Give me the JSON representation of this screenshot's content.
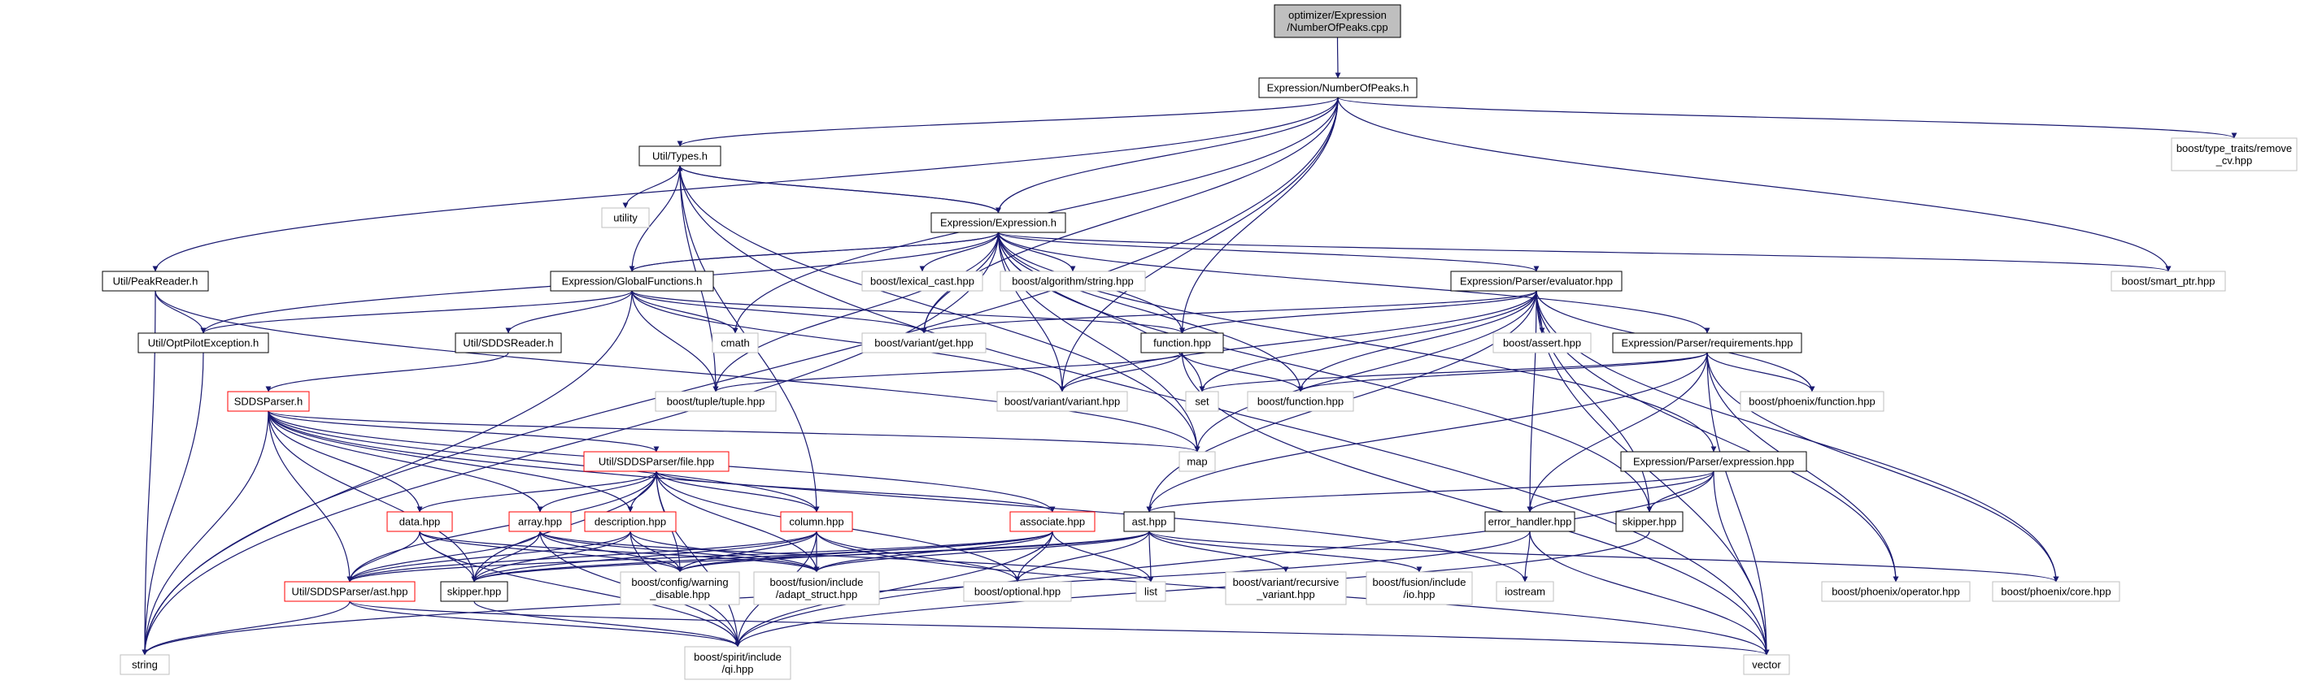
{
  "diagram": {
    "type": "include-dependency-graph",
    "edge_color": "#191970",
    "nodes": {
      "root": [
        "optimizer/Expression",
        "/NumberOfPeaks.cpp"
      ],
      "nop": [
        "Expression/NumberOfPeaks.h"
      ],
      "types": [
        "Util/Types.h"
      ],
      "remove_cv": [
        "boost/type_traits/remove",
        "_cv.hpp"
      ],
      "utility": [
        "utility"
      ],
      "expr": [
        "Expression/Expression.h"
      ],
      "peak": [
        "Util/PeakReader.h"
      ],
      "glob": [
        "Expression/GlobalFunctions.h"
      ],
      "lexcast": [
        "boost/lexical_cast.hpp"
      ],
      "algstr": [
        "boost/algorithm/string.hpp"
      ],
      "evaluator": [
        "Expression/Parser/evaluator.hpp"
      ],
      "smartptr": [
        "boost/smart_ptr.hpp"
      ],
      "optexc": [
        "Util/OptPilotException.h"
      ],
      "sddsreader": [
        "Util/SDDSReader.h"
      ],
      "cmath": [
        "cmath"
      ],
      "varget": [
        "boost/variant/get.hpp"
      ],
      "function": [
        "function.hpp"
      ],
      "assert": [
        "boost/assert.hpp"
      ],
      "requirements": [
        "Expression/Parser/requirements.hpp"
      ],
      "sddsparser": [
        "SDDSParser.h"
      ],
      "tuple": [
        "boost/tuple/tuple.hpp"
      ],
      "varvar": [
        "boost/variant/variant.hpp"
      ],
      "set": [
        "set"
      ],
      "boostfunc": [
        "boost/function.hpp"
      ],
      "phxfunc": [
        "boost/phoenix/function.hpp"
      ],
      "map": [
        "map"
      ],
      "file": [
        "Util/SDDSParser/file.hpp"
      ],
      "expression": [
        "Expression/Parser/expression.hpp"
      ],
      "data": [
        "data.hpp"
      ],
      "array": [
        "array.hpp"
      ],
      "description": [
        "description.hpp"
      ],
      "column": [
        "column.hpp"
      ],
      "associate": [
        "associate.hpp"
      ],
      "ast": [
        "ast.hpp"
      ],
      "errhandler": [
        "error_handler.hpp"
      ],
      "skipper2": [
        "skipper.hpp"
      ],
      "sddsast": [
        "Util/SDDSParser/ast.hpp"
      ],
      "skipper1": [
        "skipper.hpp"
      ],
      "cfgwarn": [
        "boost/config/warning",
        "_disable.hpp"
      ],
      "adapt": [
        "boost/fusion/include",
        "/adapt_struct.hpp"
      ],
      "optional": [
        "boost/optional.hpp"
      ],
      "list": [
        "list"
      ],
      "recvariant": [
        "boost/variant/recursive",
        "_variant.hpp"
      ],
      "fusionio": [
        "boost/fusion/include",
        "/io.hpp"
      ],
      "iostream": [
        "iostream"
      ],
      "phxop": [
        "boost/phoenix/operator.hpp"
      ],
      "phxcore": [
        "boost/phoenix/core.hpp"
      ],
      "string": [
        "string"
      ],
      "qi": [
        "boost/spirit/include",
        "/qi.hpp"
      ],
      "vector": [
        "vector"
      ]
    }
  }
}
